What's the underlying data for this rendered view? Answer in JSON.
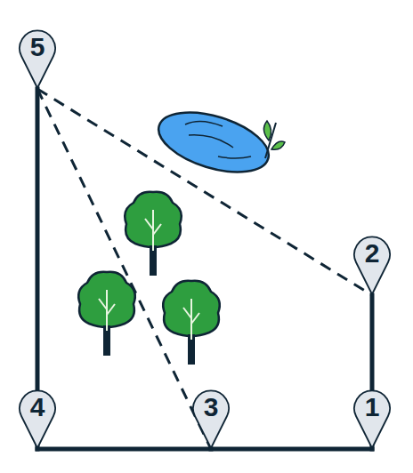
{
  "diagram": {
    "nodes": [
      {
        "text": [
          "5"
        ]
      },
      {
        "text": [
          "2"
        ]
      },
      {
        "text": [
          "4"
        ]
      },
      {
        "text": [
          "3"
        ]
      },
      {
        "text": [
          "1"
        ]
      }
    ],
    "edges": [
      {
        "from": 4,
        "to": 1,
        "arrow": "none"
      },
      {
        "from": 2,
        "to": 0,
        "arrow": "none"
      },
      {
        "from": 2,
        "to": 3,
        "arrow": "none"
      },
      {
        "from": 3,
        "to": 4,
        "arrow": "none"
      },
      {
        "from": 0,
        "to": 1,
        "arrow": "none"
      },
      {
        "from": 0,
        "to": 3,
        "arrow": "none"
      }
    ]
  }
}
